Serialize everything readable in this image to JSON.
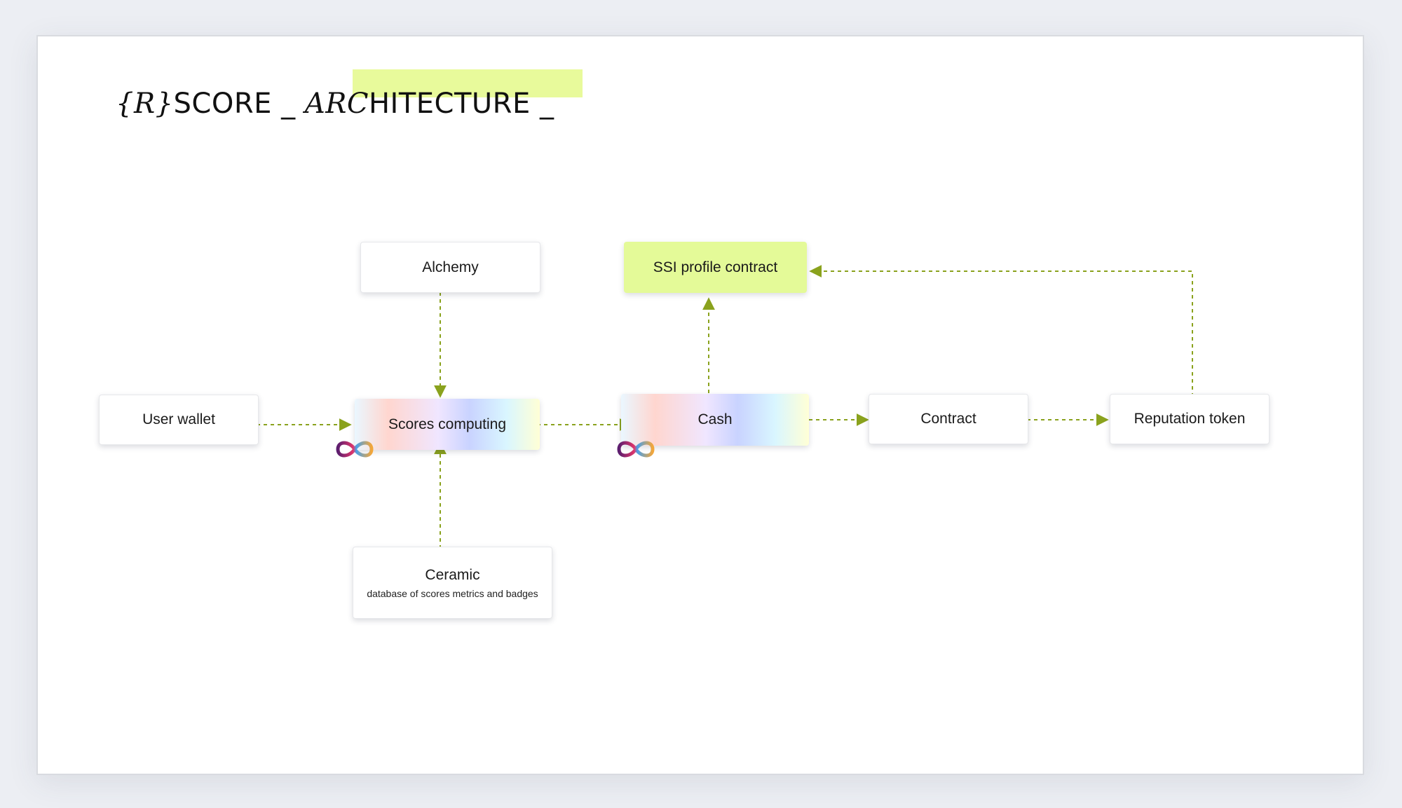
{
  "title": {
    "prefix": "{R}",
    "word1": "SCORE",
    "sep": " _ ",
    "italic_part": "ARC",
    "rest": "HITECTURE _"
  },
  "nodes": {
    "user_wallet": "User wallet",
    "alchemy": "Alchemy",
    "scores_computing": "Scores computing",
    "ceramic": "Ceramic",
    "ceramic_sub": "database of scores metrics and badges",
    "ssi_profile": "SSI profile contract",
    "cash": "Cash",
    "contract": "Contract",
    "reputation_token": "Reputation token"
  },
  "icons": {
    "infinity_logo": "infinity-logo-icon"
  },
  "colors": {
    "connector": "#8aa21d",
    "highlight": "#e8fa9b",
    "lime_node": "#e4fa98"
  }
}
